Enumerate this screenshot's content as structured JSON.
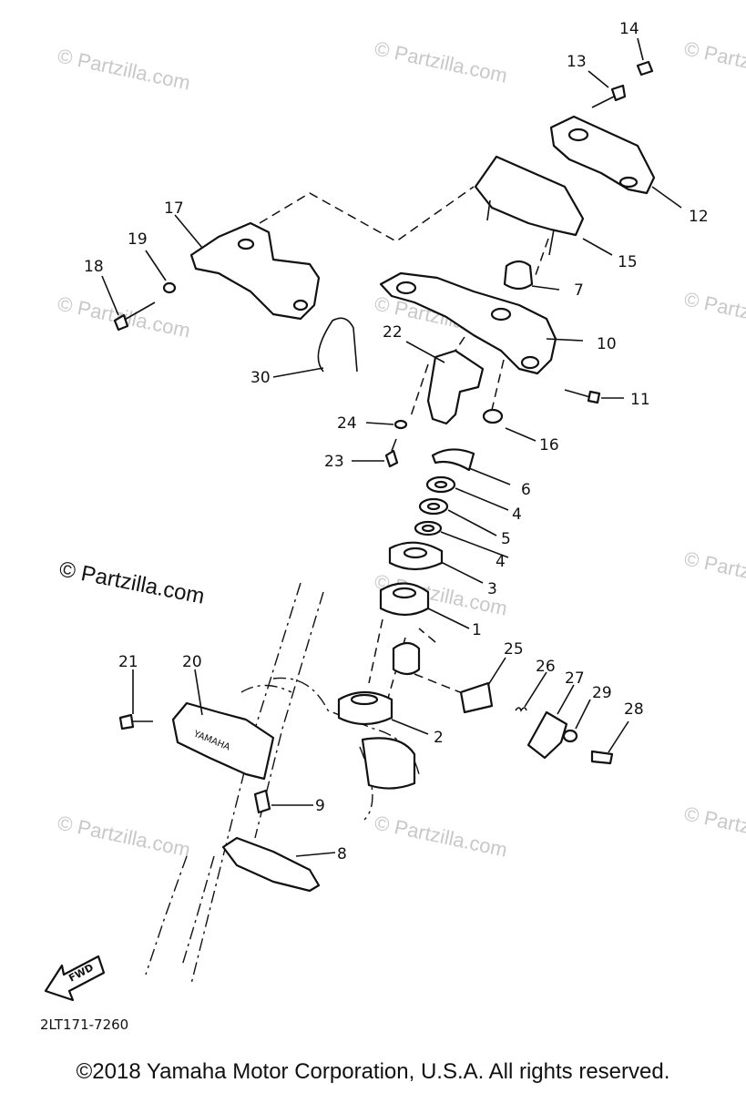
{
  "watermarks": {
    "faint": "© Partzilla.com",
    "bold": "© Partzilla.com"
  },
  "diagram_code": "2LT171-7260",
  "fwd_label": "FWD",
  "emblem_text": "YAMAHA",
  "callouts": {
    "c1": "1",
    "c2": "2",
    "c3": "3",
    "c4a": "4",
    "c4b": "4",
    "c5": "5",
    "c6": "6",
    "c7": "7",
    "c8": "8",
    "c9": "9",
    "c10": "10",
    "c11": "11",
    "c12": "12",
    "c13": "13",
    "c14": "14",
    "c15": "15",
    "c16": "16",
    "c17": "17",
    "c18": "18",
    "c19": "19",
    "c20": "20",
    "c21": "21",
    "c22": "22",
    "c23": "23",
    "c24": "24",
    "c25": "25",
    "c26": "26",
    "c27": "27",
    "c28": "28",
    "c29": "29",
    "c30": "30"
  },
  "copyright": "©2018 Yamaha Motor Corporation, U.S.A. All rights reserved."
}
